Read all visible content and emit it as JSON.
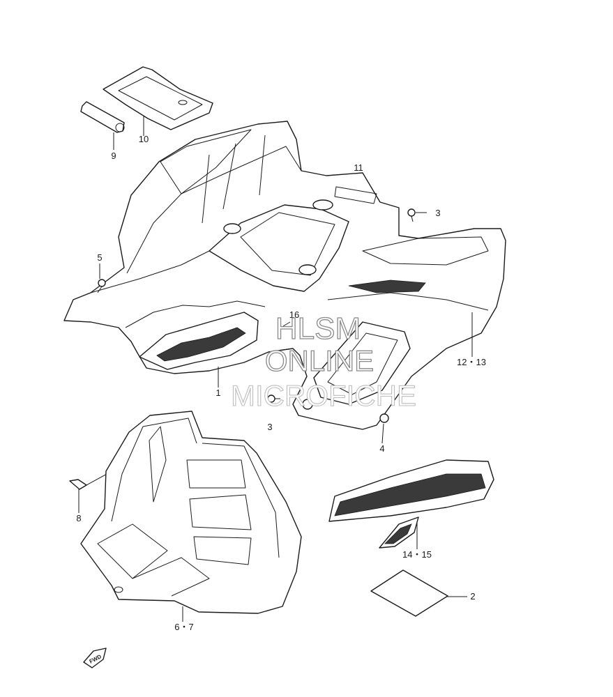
{
  "callouts": {
    "c1": "1",
    "c2": "2",
    "c3a": "3",
    "c3b": "3",
    "c4": "4",
    "c5": "5",
    "c67": "6・7",
    "c8": "8",
    "c9": "9",
    "c10": "10",
    "c11": "11",
    "c1213": "12・13",
    "c1415": "14・15",
    "c16": "16"
  },
  "watermark": {
    "line1": "HLSM",
    "line2": "ONLINE",
    "line3": "MICROFICHE"
  },
  "fwd_badge": "FWD"
}
